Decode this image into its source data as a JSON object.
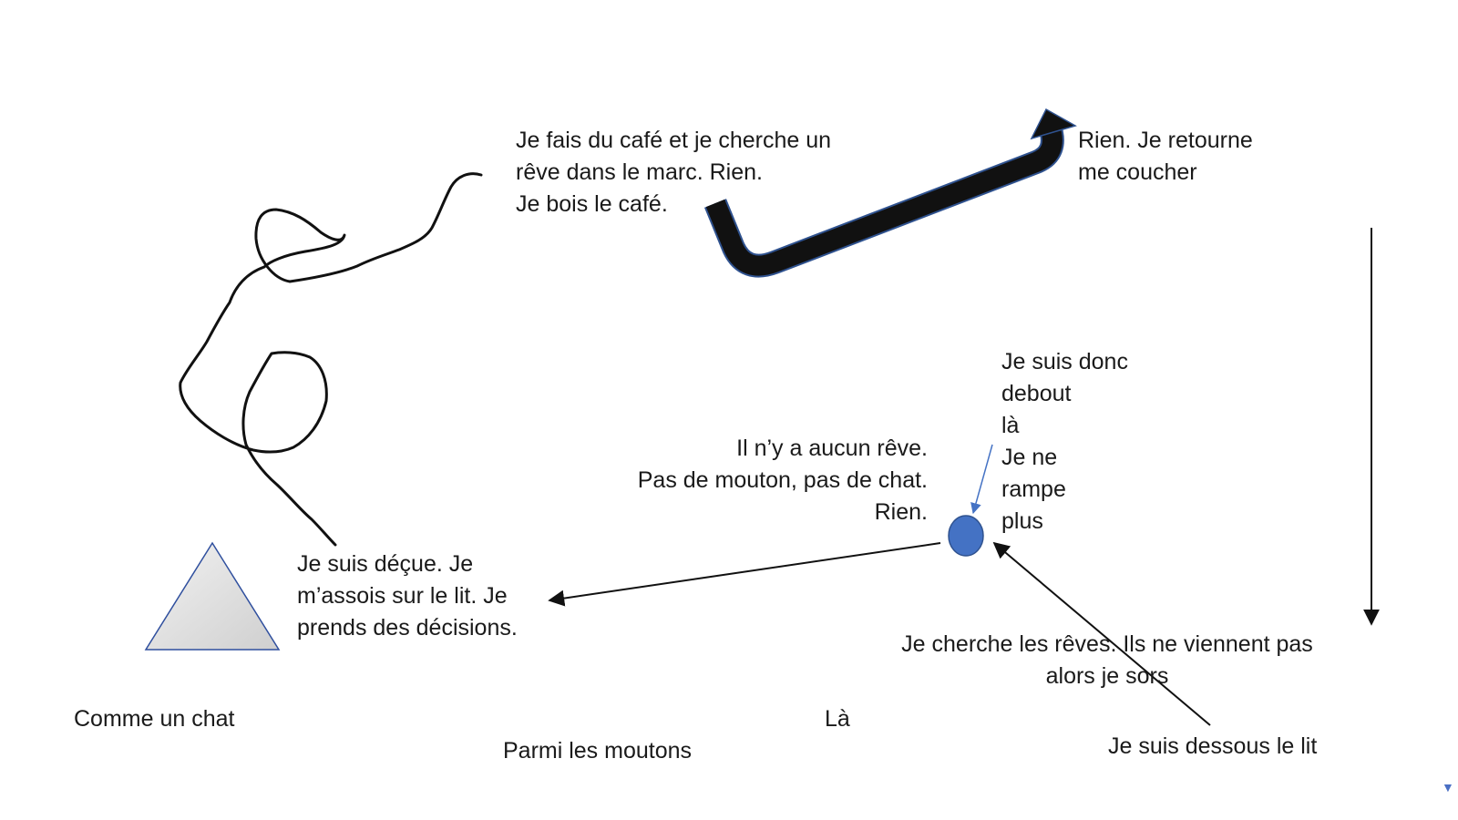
{
  "texts": {
    "cafe": "Je fais du café et je cherche un\nrêve dans le marc. Rien.\nJe bois le café.",
    "retourne": "Rien. Je retourne\nme coucher",
    "debout": "Je suis donc\ndebout\nlà\nJe ne\nrampe\nplus",
    "aucun_reve": "Il n’y a aucun rêve.\nPas de mouton, pas de chat.\nRien.",
    "decue": "Je suis déçue. Je\nm’assois sur le lit. Je\nprends des décisions.",
    "cherche": "Je cherche les rêves. Ils ne viennent pas\nalors je sors",
    "chat": "Comme un chat",
    "la": "Là",
    "moutons": "Parmi les moutons",
    "dessous": "Je suis dessous le lit"
  },
  "colors": {
    "text": "#1a1a1a",
    "ink_line": "#111111",
    "circle_fill": "#4472c4",
    "circle_stroke": "#2f528f",
    "triangle_stroke": "#2f4f9e",
    "thin_arrow_blue": "#4472c4",
    "bent_arrow_stroke": "#2f528f"
  },
  "shapes": {
    "triangle": "grey-gradient-triangle",
    "circle": "blue-dot",
    "bent_arrow": "thick-black-bent-arrow",
    "scribble": "hand-drawn-squiggle"
  },
  "indicator": "▼"
}
